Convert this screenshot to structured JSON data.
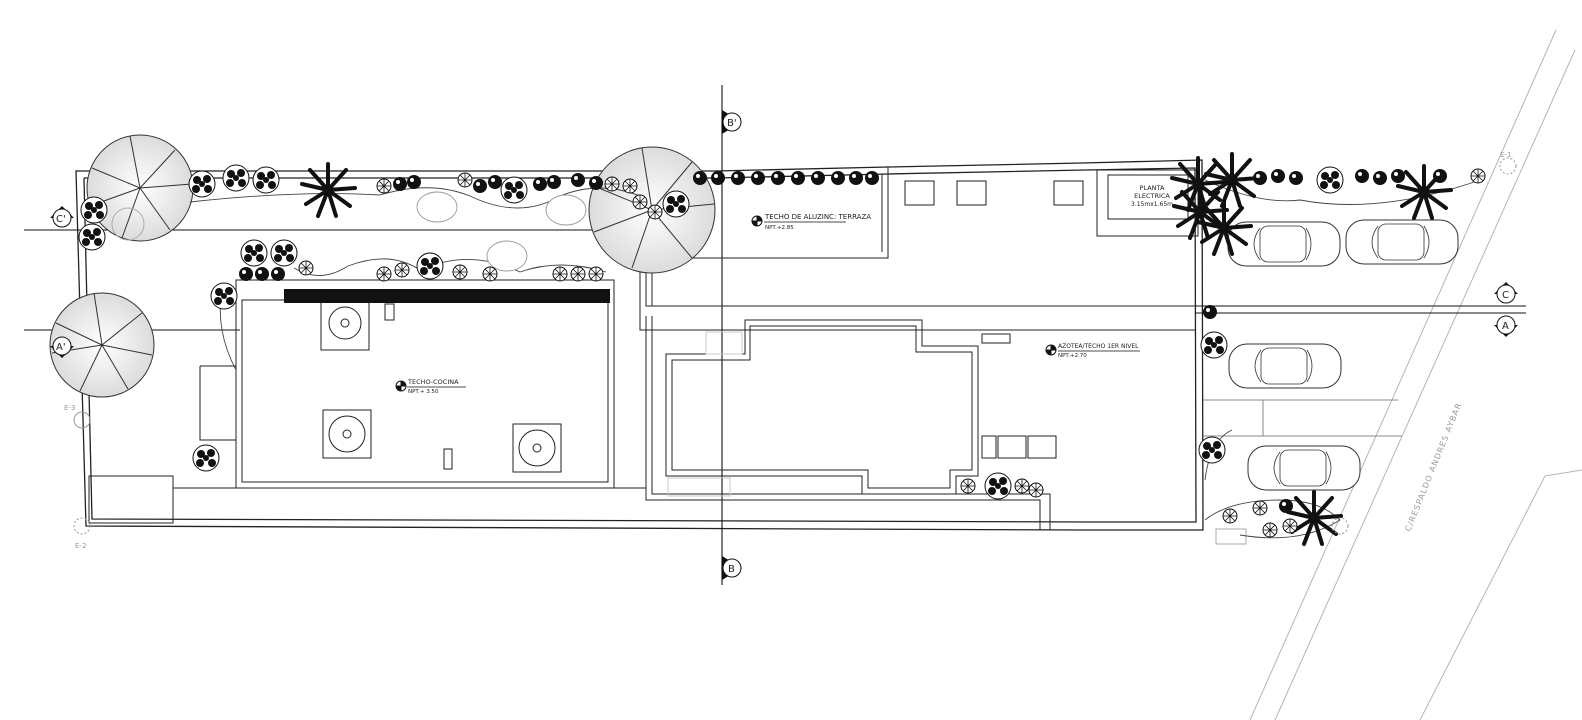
{
  "labels": {
    "roof_aluzinc_name": "TECHO DE ALUZINC: TERRAZA",
    "roof_aluzinc_level": "NPT.+2.85",
    "roof_kitchen_name": "TECHO-COCINA",
    "roof_kitchen_level": "NPT.+ 3.50",
    "roof_azotea_name": "AZOTEA/TECHO 1ER NIVEL",
    "roof_azotea_level": "NPT.+2.70",
    "plant_line1": "PLANTA",
    "plant_line2": "ELECTRICA",
    "plant_line3": "3.15mx1.65m",
    "street_name": "C/RESPALDO ANDRES AYBAR"
  },
  "section_markers": {
    "b_top": "B'",
    "b_bottom": "B",
    "c_left": "C'",
    "c_right": "C",
    "a_left": "A'",
    "a_right": "A"
  },
  "coord_points": {
    "e1": "E-1",
    "e2": "E-2",
    "e3": "E-3"
  },
  "colors": {
    "line": "#222222",
    "light_line": "#8a8a8a",
    "foliage": "#111111"
  }
}
